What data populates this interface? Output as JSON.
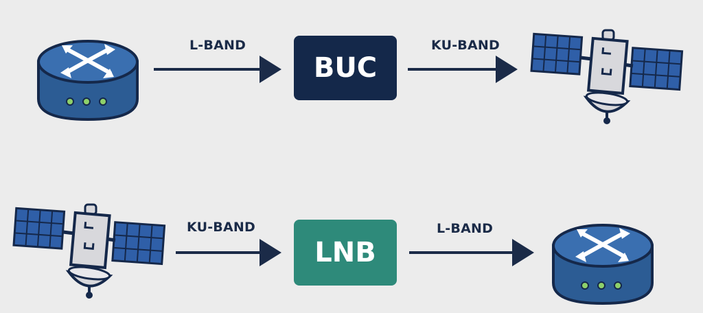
{
  "colors": {
    "background": "#ececec",
    "navy": "#1b2b48",
    "buc_box": "#14284a",
    "lnb_box": "#2e8a7a",
    "router_body": "#2c5c94",
    "router_top": "#3a6fb0",
    "led": "#8ed16a",
    "satellite_body": "#d8d8dc",
    "solar_panel": "#2f5fa8"
  },
  "uplink": {
    "left_device": "router-icon",
    "label_1": "L-BAND",
    "converter": "BUC",
    "label_2": "KU-BAND",
    "right_device": "satellite-icon"
  },
  "downlink": {
    "left_device": "satellite-icon",
    "label_1": "KU-BAND",
    "converter": "LNB",
    "label_2": "L-BAND",
    "right_device": "router-icon"
  }
}
